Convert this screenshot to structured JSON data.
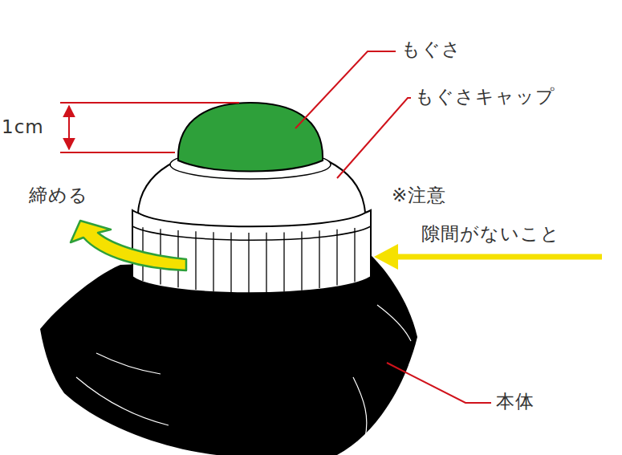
{
  "diagram": {
    "labels": [
      "もぐさ",
      "もぐさキャップ",
      "1cm",
      "締める",
      "※注意",
      "隙間がないこと",
      "本体"
    ]
  }
}
